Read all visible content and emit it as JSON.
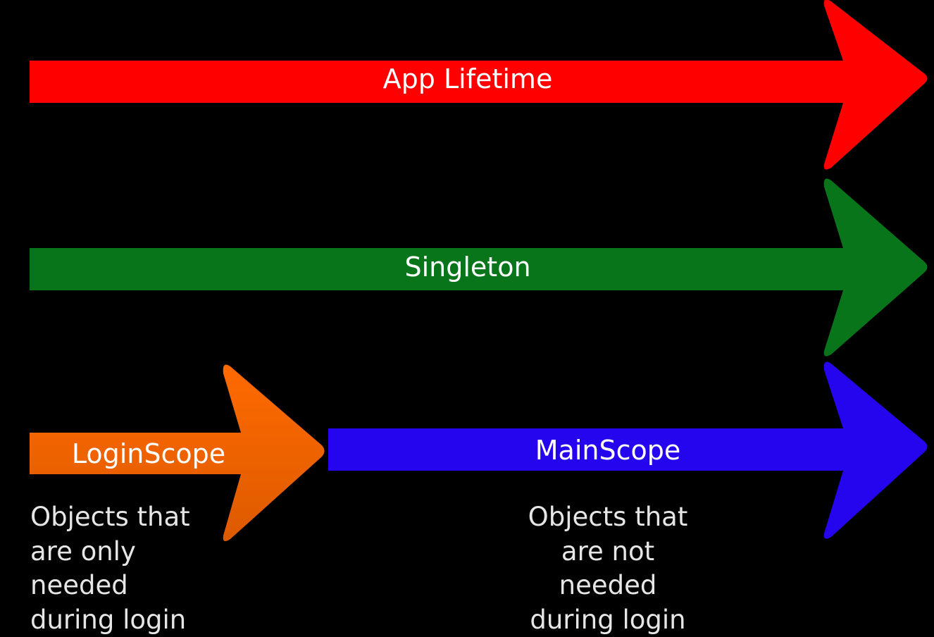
{
  "arrows": [
    {
      "id": "app-lifetime",
      "label": "App Lifetime",
      "color": "#ff0000"
    },
    {
      "id": "singleton",
      "label": "Singleton",
      "color": "#08751a"
    },
    {
      "id": "login-scope",
      "label": "LoginScope",
      "color": "#ee6200"
    },
    {
      "id": "main-scope",
      "label": "MainScope",
      "color": "#2405ee"
    }
  ],
  "notes": {
    "login": [
      "Objects that",
      "are only",
      "needed",
      "during login"
    ],
    "main": [
      "Objects that",
      "are not",
      "needed",
      "during login"
    ]
  }
}
